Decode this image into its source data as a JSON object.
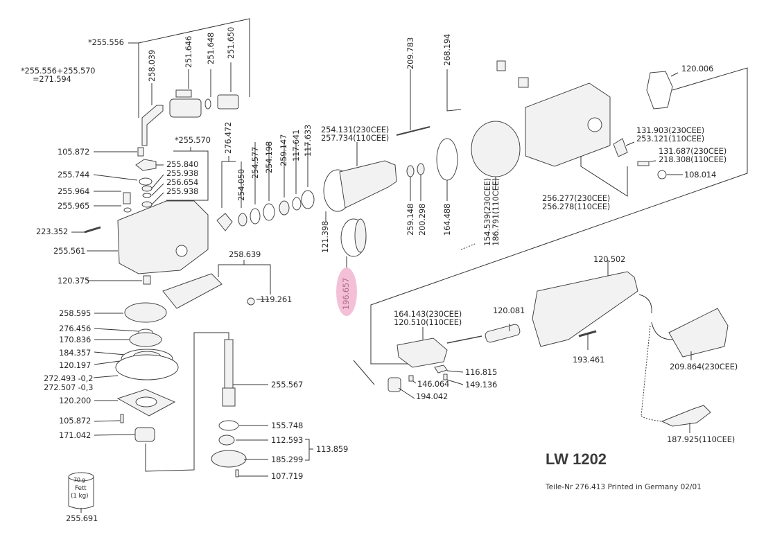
{
  "document": {
    "model": "LW 1202",
    "footer": "Teile-Nr 276.413 Printed in Germany 02/01",
    "highlight_color": "#f4c0d8"
  },
  "notes": {
    "assembly_a": "*255.556",
    "assembly_sum_line1": "*255.556+255.570",
    "assembly_sum_line2": "=271.594",
    "assembly_b": "*255.570"
  },
  "top_left_group": [
    "258.039",
    "251.646",
    "251.648",
    "251.650"
  ],
  "gear_head_left": [
    "105.872",
    "255.840",
    "255.744",
    "255.938",
    "256.654",
    "255.938",
    "255.964",
    "255.965",
    "223.352",
    "255.561",
    "120.375"
  ],
  "spindle_train": [
    "276.472",
    "254.050",
    "254.577",
    "254.198",
    "259.147",
    "117.641",
    "117.633",
    "121.398"
  ],
  "armature": {
    "line1": "254.131(230CEE)",
    "line2": "257.734(110CEE)"
  },
  "highlighted_part": "196.657",
  "motor_parts": [
    "209.783",
    "268.194",
    "259.148",
    "200.298",
    "164.488"
  ],
  "stator": {
    "line1": "154.539(230CEE)",
    "line2": "186.791(110CEE)"
  },
  "housing_right": {
    "cover": "120.006",
    "brush_holder": {
      "line1": "131.903(230CEE)",
      "line2": "253.121(110CEE)"
    },
    "brush": {
      "line1": "131.687(230CEE)",
      "line2": "218.308(110CEE)"
    },
    "cap": "108.014",
    "housing": {
      "line1": "256.277(230CEE)",
      "line2": "256.278(110CEE)"
    }
  },
  "handle_bracket": [
    "258.639",
    "119.261"
  ],
  "lower_left": [
    "258.595",
    "276.456",
    "170.836",
    "184.357",
    "120.197",
    "272.493 -0,2",
    "272.507 -0,3",
    "120.200",
    "105.872",
    "171.042"
  ],
  "spindle": [
    "255.567",
    "155.748",
    "112.593",
    "185.299",
    "107.719",
    "113.859"
  ],
  "grease": {
    "weight": "70 g",
    "name": "Fett",
    "qty": "(1 kg)",
    "part": "255.691"
  },
  "switch": {
    "line1": "164.143(230CEE)",
    "line2": "120.510(110CEE)",
    "parts": [
      "120.081",
      "116.815",
      "146.064",
      "149.136",
      "194.042"
    ]
  },
  "handle": [
    "120.502",
    "193.461"
  ],
  "plugs": {
    "cee": "209.864(230CEE)",
    "std": "187.925(110CEE)"
  }
}
